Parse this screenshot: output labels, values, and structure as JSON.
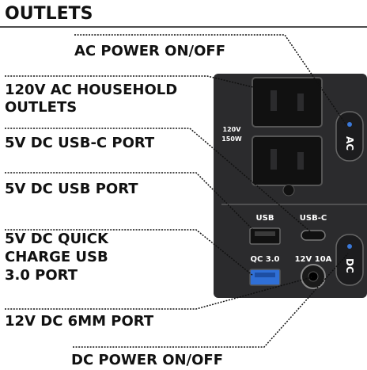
{
  "title": "OUTLETS",
  "labels": {
    "ac_power": "AC POWER ON/OFF",
    "ac_outlets_line1": "120V AC HOUSEHOLD",
    "ac_outlets_line2": "OUTLETS",
    "usb_c": "5V DC USB-C PORT",
    "usb": "5V DC USB PORT",
    "qc_line1": "5V DC QUICK",
    "qc_line2": "CHARGE USB",
    "qc_line3": "3.0 PORT",
    "dc_6mm": "12V DC 6MM PORT",
    "dc_power": "DC POWER ON/OFF"
  },
  "panel": {
    "outlet_rating_line1": "120V",
    "outlet_rating_line2": "150W",
    "ac_button": "AC",
    "dc_button": "DC",
    "usb_label": "USB",
    "usb_c_label": "USB-C",
    "qc_label": "QC 3.0",
    "dc_port_label": "12V 10A"
  },
  "colors": {
    "panel": "#2b2b2d",
    "text": "#111111",
    "indicator": "#3a78d8",
    "qc_port": "#2f6fd6"
  }
}
